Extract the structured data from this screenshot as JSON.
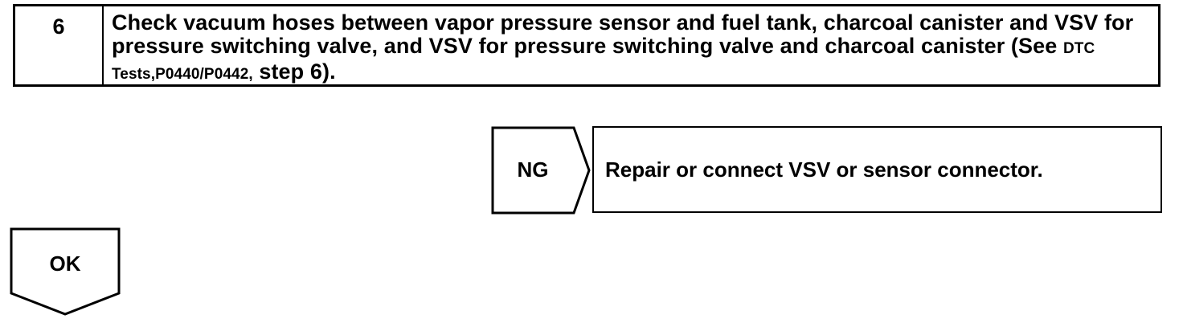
{
  "step": {
    "number": "6",
    "text_main": "Check vacuum hoses between vapor pressure sensor and fuel tank, charcoal canister and VSV for pressure switching valve, and VSV for pressure switching valve and charcoal canister (See ",
    "text_ref": "DTC Tests,P0440/P0442,",
    "text_end": " step 6)."
  },
  "ng": {
    "label": "NG",
    "result": "Repair or connect VSV or sensor connector."
  },
  "ok": {
    "label": "OK"
  }
}
